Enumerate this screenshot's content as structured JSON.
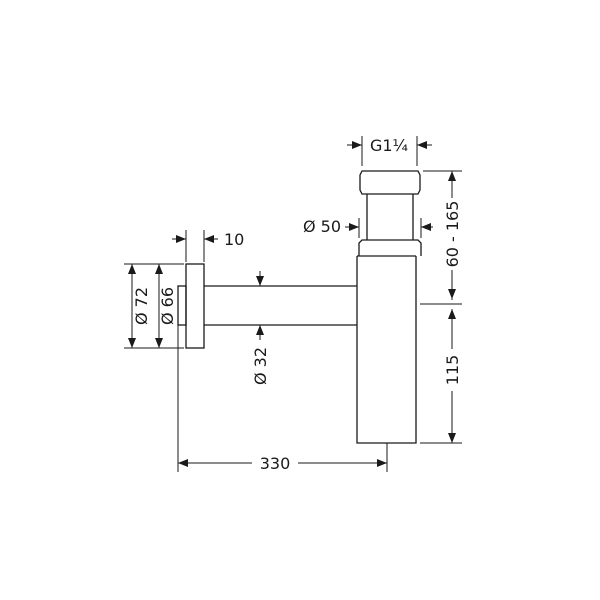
{
  "drawing": {
    "dims": {
      "thread": "G1¼",
      "diameter_50": "Ø 50",
      "flange_thickness": "10",
      "diameter_72": "Ø 72",
      "diameter_66": "Ø 66",
      "diameter_32": "Ø 32",
      "height_range": "60 - 165",
      "height_115": "115",
      "length_330": "330"
    },
    "colors": {
      "line": "#1a1a1a",
      "background": "#ffffff"
    }
  }
}
